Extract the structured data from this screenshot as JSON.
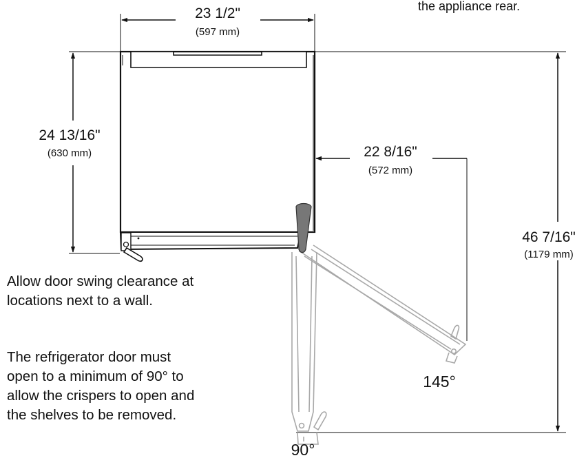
{
  "top_note": "the appliance rear.",
  "dimensions": {
    "width": {
      "imperial": "23 1/2\"",
      "metric": "(597 mm)"
    },
    "depth": {
      "imperial": "24 13/16\"",
      "metric": "(630 mm)"
    },
    "door_clearance": {
      "imperial": "22 8/16\"",
      "metric": "(572 mm)"
    },
    "total_depth": {
      "imperial": "46 7/16\"",
      "metric": "(1179 mm)"
    }
  },
  "angles": {
    "wide": "145°",
    "minimum": "90°"
  },
  "notes": {
    "wall_clearance": "Allow door swing clearance at\nlocations next to a wall.",
    "minimum_opening": "The refrigerator door must\nopen to a minimum of 90° to\nallow the crispers to open and\nthe shelves to be removed."
  },
  "colors": {
    "line": "#111111",
    "door_ghost": "#a8a8a8",
    "handle": "#777777"
  }
}
